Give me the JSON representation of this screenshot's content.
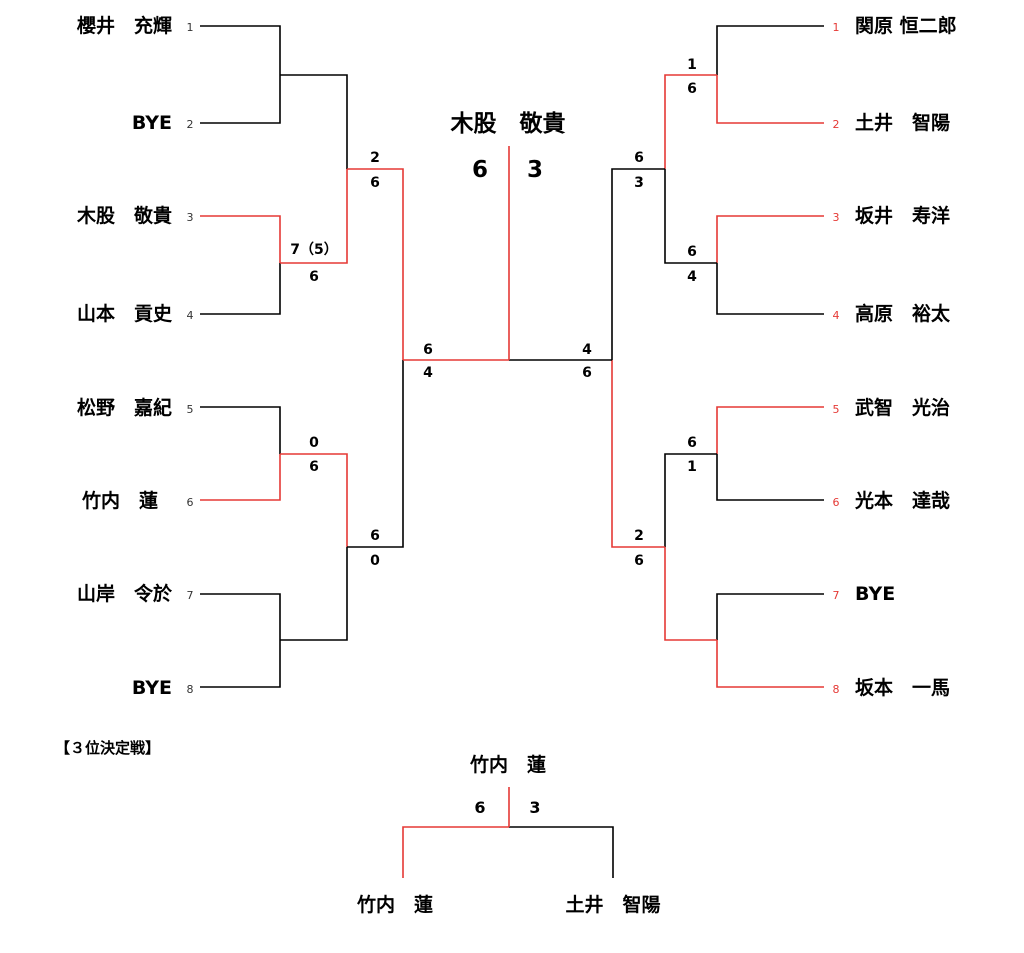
{
  "colors": {
    "winner": "#e53935",
    "loser": "#000000"
  },
  "left_players": [
    {
      "seed": "1",
      "name": "櫻井　充輝"
    },
    {
      "seed": "2",
      "name": "BYE"
    },
    {
      "seed": "3",
      "name": "木股　敬貴"
    },
    {
      "seed": "4",
      "name": "山本　貢史"
    },
    {
      "seed": "5",
      "name": "松野　嘉紀"
    },
    {
      "seed": "6",
      "name": "竹内　蓮"
    },
    {
      "seed": "7",
      "name": "山岸　令於"
    },
    {
      "seed": "8",
      "name": "BYE"
    }
  ],
  "right_players": [
    {
      "seed": "1",
      "name": "関原 恒二郎"
    },
    {
      "seed": "2",
      "name": "土井　智陽"
    },
    {
      "seed": "3",
      "name": "坂井　寿洋"
    },
    {
      "seed": "4",
      "name": "高原　裕太"
    },
    {
      "seed": "5",
      "name": "武智　光治"
    },
    {
      "seed": "6",
      "name": "光本　達哉"
    },
    {
      "seed": "7",
      "name": "BYE"
    },
    {
      "seed": "8",
      "name": "坂本　一馬"
    }
  ],
  "scores": {
    "L_r1_m2": {
      "top": "7（5）",
      "bottom": "6"
    },
    "L_r1_m3": {
      "top": "0",
      "bottom": "6"
    },
    "L_r2_m1": {
      "top": "2",
      "bottom": "6"
    },
    "L_r2_m2": {
      "top": "6",
      "bottom": "0"
    },
    "L_semi": {
      "top": "6",
      "bottom": "4"
    },
    "R_r1_m1": {
      "top": "1",
      "bottom": "6"
    },
    "R_r1_m2": {
      "top": "6",
      "bottom": "4"
    },
    "R_r1_m3": {
      "top": "6",
      "bottom": "1"
    },
    "R_r2_m1": {
      "top": "6",
      "bottom": "3"
    },
    "R_r2_m2": {
      "top": "2",
      "bottom": "6"
    },
    "R_semi": {
      "top": "4",
      "bottom": "6"
    }
  },
  "final": {
    "champion": "木股　敬貴",
    "score_left": "6",
    "score_right": "3"
  },
  "third_place": {
    "title": "【３位決定戦】",
    "winner": "竹内　蓮",
    "score_left": "6",
    "score_right": "3",
    "player_left": "竹内　蓮",
    "player_right": "土井　智陽"
  }
}
